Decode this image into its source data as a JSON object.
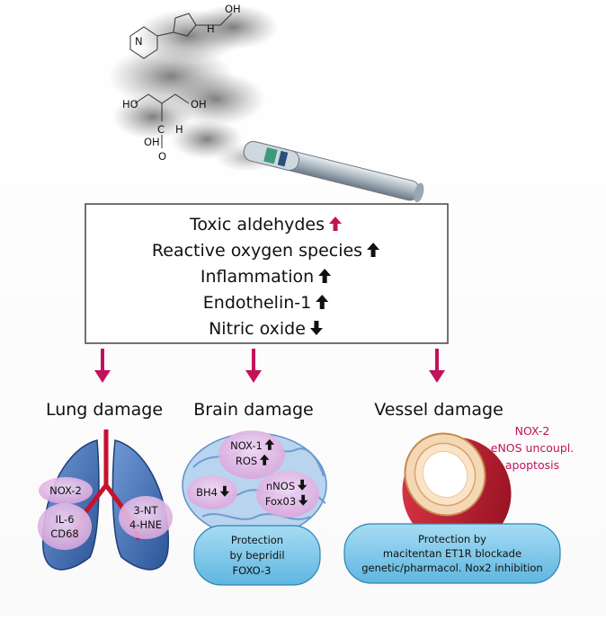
{
  "box": {
    "lines": [
      {
        "text": "Toxic aldehydes",
        "dir": "up",
        "color": "#c2125a"
      },
      {
        "text": "Reactive oxygen species",
        "dir": "up",
        "color": "#111111"
      },
      {
        "text": "Inflammation",
        "dir": "up",
        "color": "#111111"
      },
      {
        "text": "Endothelin-1",
        "dir": "up",
        "color": "#111111"
      },
      {
        "text": "Nitric oxide",
        "dir": "down",
        "color": "#111111"
      }
    ]
  },
  "sections": {
    "lung": {
      "title": "Lung damage",
      "markers": [
        "NOX-2",
        "IL-6",
        "CD68",
        "3-NT",
        "4-HNE"
      ]
    },
    "brain": {
      "title": "Brain damage",
      "markers": [
        "NOX-1",
        "ROS",
        "BH4",
        "nNOS",
        "Fox03"
      ],
      "protection": [
        "Protection",
        "by bepridil",
        "FOXO-3"
      ]
    },
    "vessel": {
      "title": "Vessel damage",
      "notes": [
        "NOX-2",
        "eNOS uncoupl.",
        "apoptosis"
      ],
      "protection": [
        "Protection by",
        "macitentan ET1R blockade",
        "genetic/pharmacol. Nox2 inhibition"
      ]
    }
  },
  "molecule_labels": [
    "HO",
    "OH",
    "N",
    "H",
    "OH",
    "C",
    "H",
    "O",
    "OH"
  ],
  "colors": {
    "accent": "#c2125a",
    "lung": "#3f6fb3",
    "brain": "#8fb6e2",
    "vessel": "#c8102e",
    "pill": "#78c6e8"
  }
}
